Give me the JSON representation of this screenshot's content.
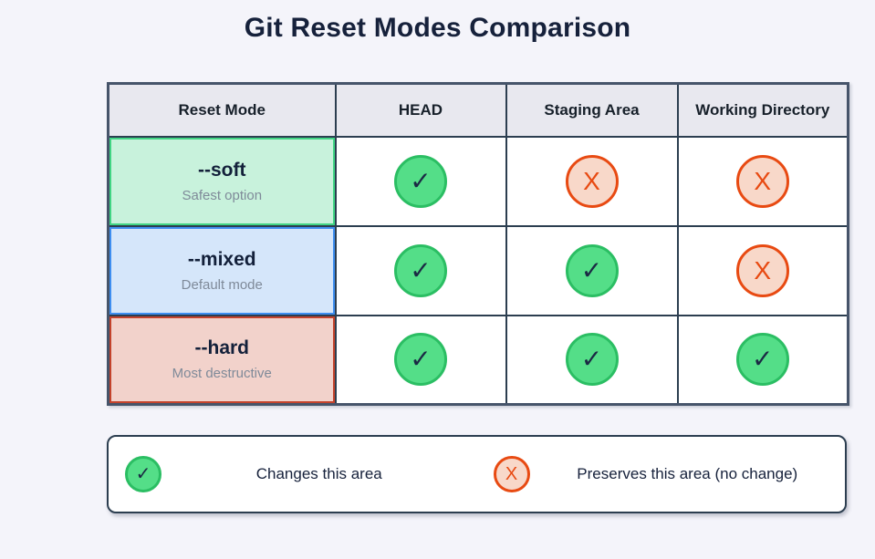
{
  "page": {
    "title": "Git Reset Modes Comparison",
    "background": "#f4f4fa"
  },
  "table": {
    "columns": [
      "Reset Mode",
      "HEAD",
      "Staging Area",
      "Working Directory"
    ],
    "rows": [
      {
        "mode": "--soft",
        "note": "Safest option",
        "theme": "soft",
        "cells": [
          "check",
          "cross",
          "cross"
        ]
      },
      {
        "mode": "--mixed",
        "note": "Default mode",
        "theme": "mixed",
        "cells": [
          "check",
          "check",
          "cross"
        ]
      },
      {
        "mode": "--hard",
        "note": "Most destructive",
        "theme": "hard",
        "cells": [
          "check",
          "check",
          "check"
        ]
      }
    ],
    "themes": {
      "soft": {
        "bg": "#c8f2dc",
        "border": "#41d584"
      },
      "mixed": {
        "bg": "#d5e6fa",
        "border": "#3e8ef0"
      },
      "hard": {
        "bg": "#f2d2cb",
        "border": "#c4432c"
      }
    },
    "grid_border_color": "#2c3e50",
    "header_bg": "#e8e8ef"
  },
  "icons": {
    "check": {
      "glyph": "✓",
      "fill": "#54de88",
      "border": "#2bbe63",
      "glyph_color": "#1b2a44"
    },
    "cross": {
      "glyph": "X",
      "fill": "#f8d8c9",
      "border": "#e84a12",
      "glyph_color": "#e84a12"
    }
  },
  "legend": {
    "items": [
      {
        "icon": "check",
        "label": "Changes this area"
      },
      {
        "icon": "cross",
        "label": "Preserves this area (no change)"
      }
    ]
  }
}
